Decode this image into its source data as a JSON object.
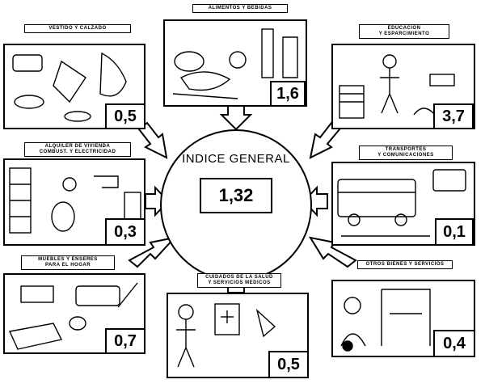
{
  "center": {
    "title": "INDICE GENERAL",
    "value": "1,32"
  },
  "categories": [
    {
      "label": "ALIMENTOS Y BEBIDAS",
      "value": "1,6"
    },
    {
      "label": "VESTIDO Y CALZADO",
      "value": "0,5"
    },
    {
      "label": "EDUCACION\nY ESPARCIMIENTO",
      "value": "3,7"
    },
    {
      "label": "ALQUILER DE VIVIENDA\nCOMBUST. Y ELECTRICIDAD",
      "value": "0,3"
    },
    {
      "label": "TRANSPORTES\nY COMUNICACIONES",
      "value": "0,1"
    },
    {
      "label": "MUEBLES Y ENSERES\nPARA EL HOGAR",
      "value": "0,7"
    },
    {
      "label": "CUIDADOS DE LA SALUD\nY SERVICIOS MEDICOS",
      "value": "0,5"
    },
    {
      "label": "OTROS BIENES Y SERVICIOS",
      "value": "0,4"
    }
  ]
}
